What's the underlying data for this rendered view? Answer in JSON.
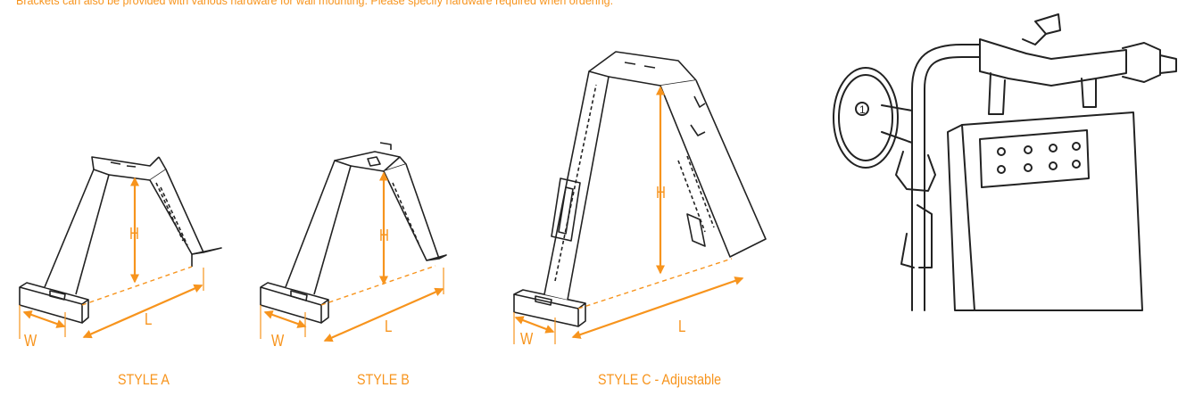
{
  "notice_text": "Brackets can also be provided with various hardware for wall mounting. Please specify hardware required when ordering.",
  "accent_color": "#f7941d",
  "line_color": "#222222",
  "styles": {
    "a": {
      "caption": "STYLE A",
      "h": "H",
      "w": "W",
      "l": "L"
    },
    "b": {
      "caption": "STYLE B",
      "h": "H",
      "w": "W",
      "l": "L"
    },
    "c": {
      "caption": "STYLE C - Adjustable",
      "h": "H",
      "w": "W",
      "l": "L"
    }
  },
  "meter_illustration": {
    "icon": "gas-meter-icon",
    "dial_number": "1"
  }
}
